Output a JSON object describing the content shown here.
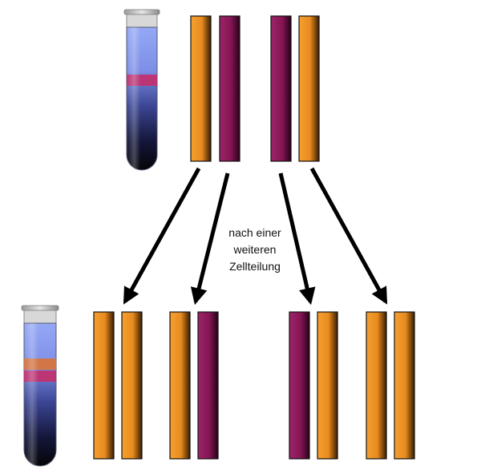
{
  "caption": {
    "line1": "nach einer",
    "line2": "weiteren",
    "line3": "Zellteilung"
  },
  "colors": {
    "strand_light": "#f2931f",
    "strand_light_dark": "#2a1400",
    "strand_heavy": "#8f1a5e",
    "strand_heavy_dark": "#200010",
    "tube_top": "#8ea3f4",
    "tube_bottom": "#05050d",
    "band_heavy": "#c2306e",
    "band_light": "#d9743a",
    "arrow": "#000000"
  },
  "generations": [
    {
      "name": "before-division",
      "tube_bands": [
        "hybrid"
      ],
      "molecules": [
        [
          "light",
          "heavy"
        ],
        [
          "heavy",
          "light"
        ]
      ]
    },
    {
      "name": "after-division",
      "tube_bands": [
        "light",
        "hybrid"
      ],
      "molecules": [
        [
          "light",
          "light"
        ],
        [
          "light",
          "heavy"
        ],
        [
          "heavy",
          "light"
        ],
        [
          "light",
          "light"
        ]
      ]
    }
  ]
}
